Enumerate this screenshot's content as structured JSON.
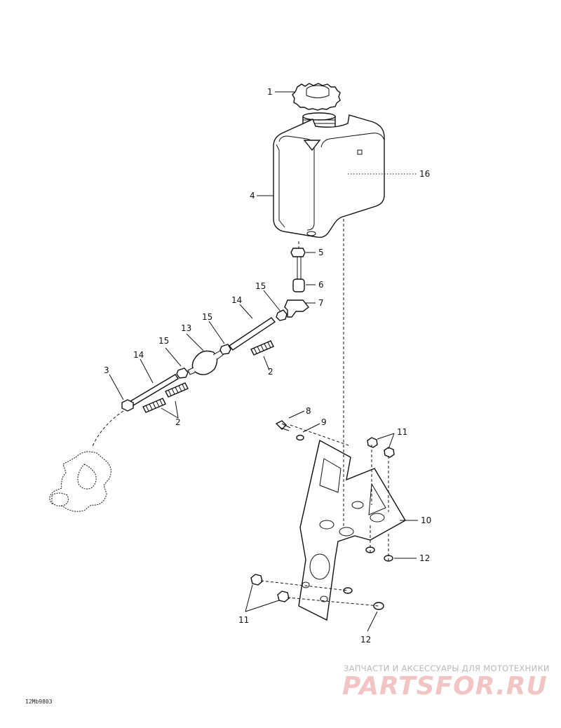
{
  "callouts": {
    "c1": "1",
    "c16": "16",
    "c4": "4",
    "c5": "5",
    "c6": "6",
    "c7": "7",
    "c15a": "15",
    "c14a": "14",
    "c15b": "15",
    "c13": "13",
    "c15c": "15",
    "c14b": "14",
    "c2a": "2",
    "c3": "3",
    "c2b": "2",
    "c8": "8",
    "c9": "9",
    "c11a": "11",
    "c10": "10",
    "c12a": "12",
    "c11b": "11",
    "c12b": "12"
  },
  "watermark": {
    "tagline": "ЗАПЧАСТИ И АКСЕССУАРЫ ДЛЯ МОТОТЕХНИКИ",
    "logo": "PARTSFOR.RU"
  },
  "drawing_code": "12Mb9803"
}
